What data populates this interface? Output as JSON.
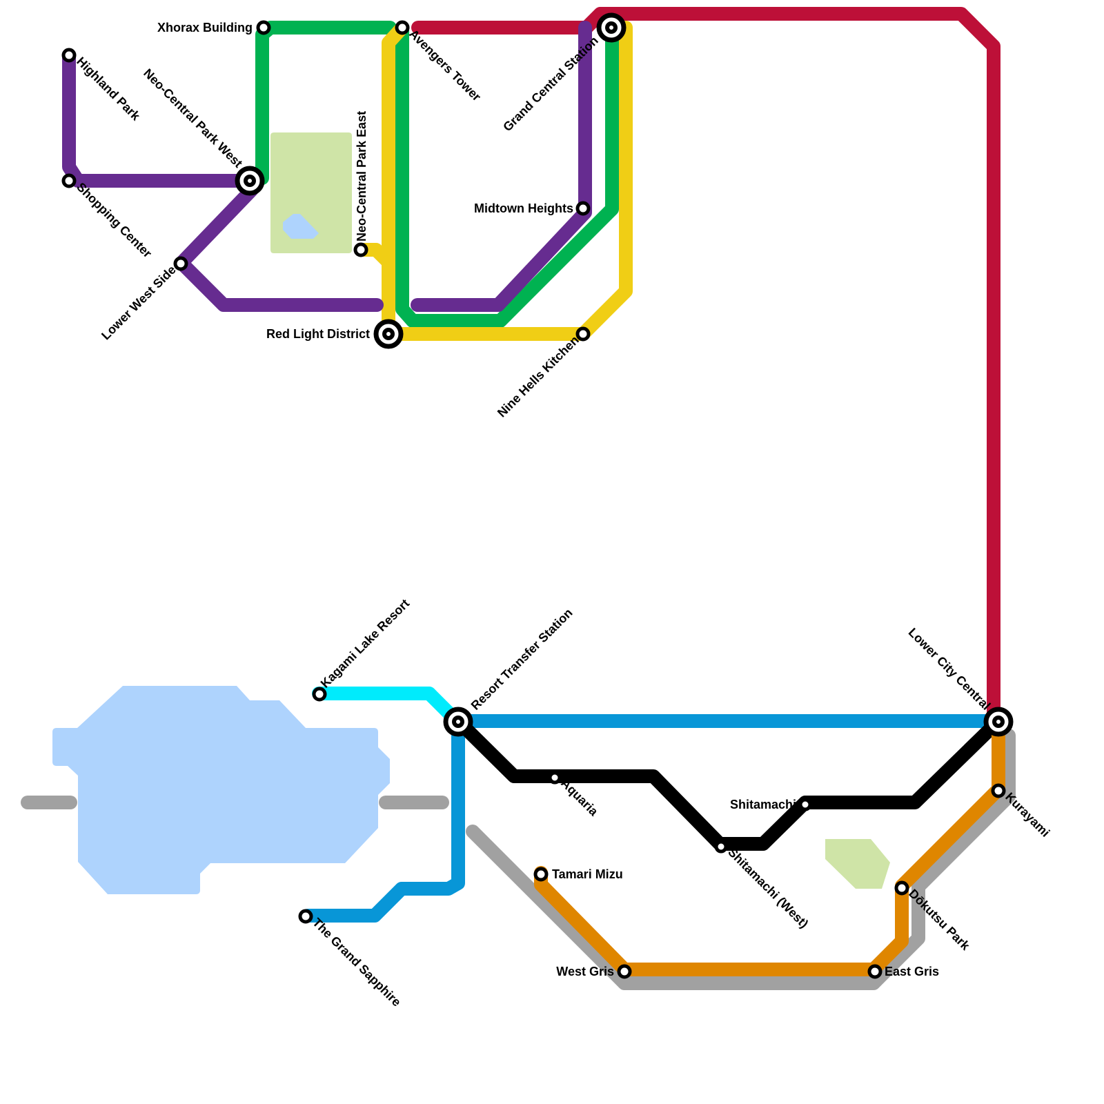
{
  "map": {
    "colors": {
      "red": "#bd1038",
      "green": "#00b251",
      "yellow": "#f0ce15",
      "purple": "#662c90",
      "cyan": "#00ebfc",
      "blue": "#0896d7",
      "black": "#000000",
      "orange": "#df8600",
      "gray": "#a1a1a1",
      "park": "#cfe4a7",
      "water": "#aed3fd"
    },
    "stations": {
      "xhorax_building": "Xhorax Building",
      "highland_park": "Highland Park",
      "neo_central_park_west": "Neo-Central Park West",
      "shopping_center": "Shopping Center",
      "lower_west_side": "Lower West Side",
      "neo_central_park_east": "Neo-Central Park East",
      "red_light_district": "Red Light District",
      "avengers_tower": "Avengers Tower",
      "grand_central_station": "Grand Central Station",
      "midtown_heights": "Midtown Heights",
      "nine_hells_kitchen": "Nine Hells Kitchen",
      "kagami_lake_resort": "Kagami Lake Resort",
      "resort_transfer_station": "Resort Transfer Station",
      "the_grand_sapphire": "The Grand Sapphire",
      "aquaria": "Aquaria",
      "tamari_mizu": "Tamari Mizu",
      "shitamachi": "Shitamachi",
      "shitamachi_west": "Shitamachi (West)",
      "west_gris": "West Gris",
      "east_gris": "East Gris",
      "dokutsu_park": "Dōkutsu Park",
      "lower_city_central": "Lower City Central",
      "kurayami": "Kurayami"
    }
  }
}
